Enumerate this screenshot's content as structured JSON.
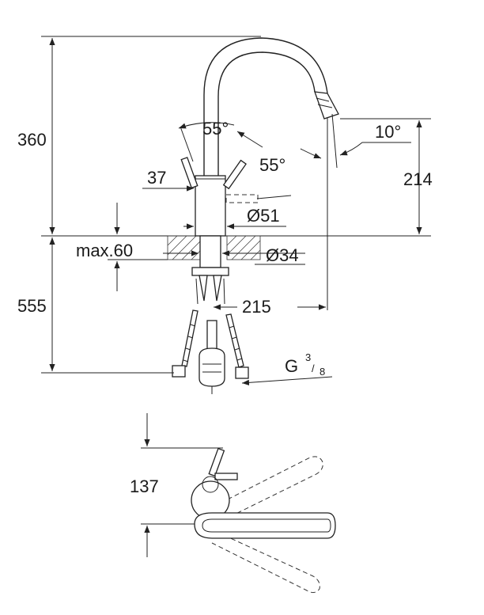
{
  "dimensions": {
    "height_total": "360",
    "angle_lever_a": "55°",
    "angle_lever_b": "55°",
    "angle_spout": "10°",
    "lever_offset": "37",
    "spout_height": "214",
    "diameter_base": "Ø51",
    "max_thickness": "max.60",
    "diameter_hole": "Ø34",
    "hose_length": "555",
    "spout_reach": "215",
    "thread_main": "G",
    "thread_sup": "3",
    "thread_sub": "8",
    "top_view_offset": "137"
  }
}
